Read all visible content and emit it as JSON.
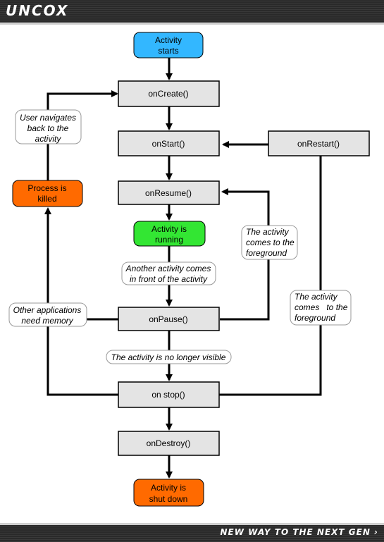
{
  "header": {
    "logo": "UNCOX"
  },
  "footer": {
    "tagline": "NEW WAY TO THE NEXT GEN ›"
  },
  "nodes": {
    "activity_starts": {
      "lines": [
        "Activity",
        "starts"
      ],
      "color": "#33b7ff"
    },
    "on_create": {
      "lines": [
        "onCreate()"
      ]
    },
    "on_start": {
      "lines": [
        "onStart()"
      ]
    },
    "on_restart": {
      "lines": [
        "onRestart()"
      ]
    },
    "on_resume": {
      "lines": [
        "onResume()"
      ]
    },
    "activity_running": {
      "lines": [
        "Activity is",
        "running"
      ],
      "color": "#33e633"
    },
    "on_pause": {
      "lines": [
        "onPause()"
      ]
    },
    "on_stop": {
      "lines": [
        "on stop()"
      ]
    },
    "on_destroy": {
      "lines": [
        "onDestroy()"
      ]
    },
    "activity_shut_down": {
      "lines": [
        "Activity is",
        "shut down"
      ],
      "color": "#ff6a00"
    },
    "process_killed": {
      "lines": [
        "Process is",
        "killed"
      ],
      "color": "#ff6a00"
    }
  },
  "notes": {
    "user_navigates_back": [
      "User navigates",
      "back to the",
      "activity"
    ],
    "activity_foreground_resume": [
      "The activity",
      "comes to the",
      "foreground"
    ],
    "another_activity_front": [
      "Another activity comes",
      "in front of the activity"
    ],
    "other_apps_memory": [
      "Other applications",
      "need memory"
    ],
    "no_longer_visible": [
      "The activity is no longer visible"
    ],
    "activity_foreground_restart": [
      "The activity",
      "comes   to the",
      "foreground"
    ]
  }
}
